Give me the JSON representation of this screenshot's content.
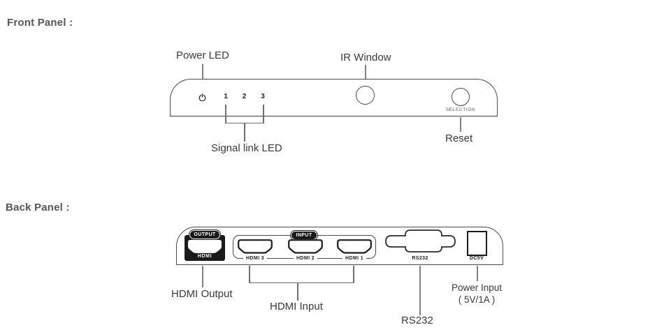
{
  "front_panel": {
    "heading": "Front Panel :",
    "power_led_label": "Power LED",
    "ir_window_label": "IR Window",
    "signal_link_led_label": "Signal link LED",
    "reset_label": "Reset",
    "selection_button_label": "SELECTION",
    "leds": [
      "1",
      "2",
      "3"
    ]
  },
  "back_panel": {
    "heading": "Back Panel :",
    "output_badge": "OUTPUT",
    "input_badge": "INPUT",
    "output_port_label": "HDMI",
    "input_ports": [
      "HDMI 3",
      "HDMI 2",
      "HDMI 1"
    ],
    "rs232_port_label": "RS232",
    "dc_port_label": "DC5V",
    "hdmi_output_label": "HDMI Output",
    "hdmi_input_label": "HDMI Input",
    "rs232_label": "RS232",
    "power_input_label_line1": "Power Input",
    "power_input_label_line2": "( 5V/1A )"
  },
  "colors": {
    "line": "#4a4a4a",
    "leader": "#808080",
    "ink": "#1a1a1a",
    "text": "#3a3a3a",
    "heading": "#565656"
  }
}
